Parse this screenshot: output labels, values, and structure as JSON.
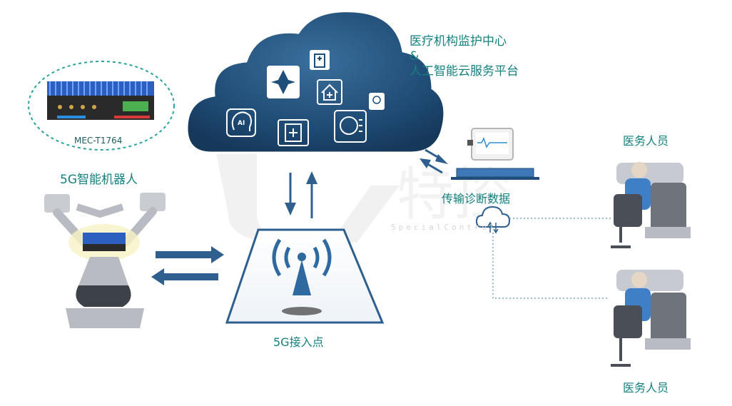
{
  "labels": {
    "mec_device": "MEC-T1764",
    "robot": "5G智能机器人",
    "cloud_line1": "医疗机构监护中心",
    "cloud_line2": "&",
    "cloud_line3": "人工智能云服务平台",
    "access_point": "5G接入点",
    "transmission": "传输诊断数据",
    "doctor_top": "医务人员",
    "doctor_bottom": "医务人员"
  },
  "watermark": {
    "text": "SpecialControl",
    "glyph": "特控"
  },
  "icons": [
    "ai-head-icon",
    "medical-cross-icon",
    "hospital-building-icon",
    "house-plus-icon",
    "first-aid-kit-icon",
    "ai-brain-head-icon",
    "chat-bubble-icon",
    "signal-tower-icon",
    "cloud-upload-icon",
    "monitor-icon",
    "laptop-icon"
  ],
  "colors": {
    "teal": "#14807f",
    "cloud": "#1f4e7a",
    "arrow": "#2e5f8e",
    "line": "#7aa7c9"
  }
}
